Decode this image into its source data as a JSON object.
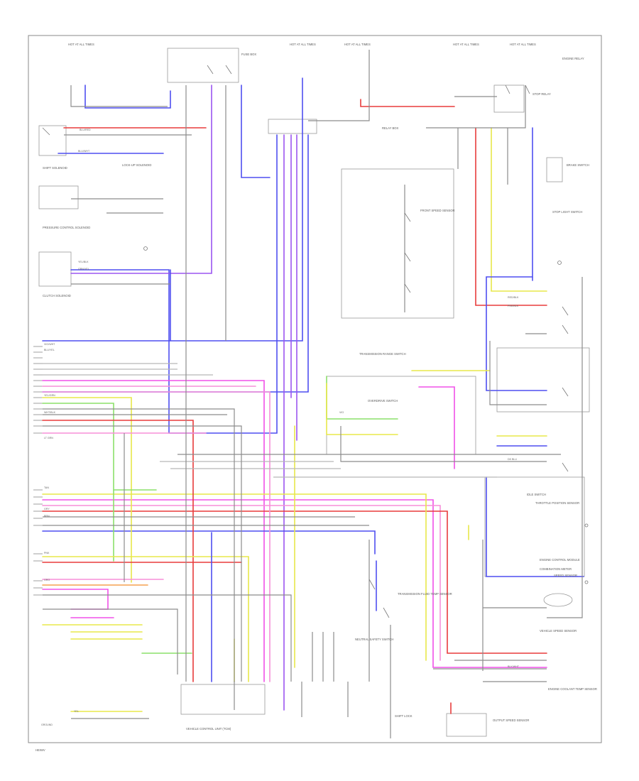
{
  "page": {
    "footer_left": "HEIWV",
    "ground_label": "GROUND"
  },
  "wire_colors": {
    "blue": "#4f4ff0",
    "violet": "#9b55f0",
    "magenta": "#f050e8",
    "pink": "#f78fd9",
    "red": "#e83c3c",
    "orange": "#f5a050",
    "yellow": "#e8e84a",
    "green": "#8ce06a",
    "gray": "#c6c6c6",
    "dark": "#7e7e7e"
  },
  "labels": {
    "top": [
      "HOT AT ALL TIMES",
      "HOT AT ALL TIMES",
      "HOT AT ALL TIMES",
      "HOT AT ALL TIMES",
      "HOT AT ALL TIMES",
      "FUSE BOX",
      "RELAY BOX",
      "ENGINE RELAY",
      "STOP RELAY"
    ],
    "left": [
      "SHIFT SOLENOID",
      "LOCK-UP SOLENOID",
      "PRESSURE CONTROL SOLENOID",
      "CLUTCH SOLENOID",
      "TRANSMISSION RANGE SWITCH"
    ],
    "center": [
      "FRONT SPEED SENSOR",
      "OVERDRIVE SWITCH",
      "TRANSMISSION FLUID TEMP SENSOR",
      "OUTPUT SPEED SENSOR"
    ],
    "right": [
      "BRAKE SWITCH",
      "STOP LIGHT SWITCH",
      "THROTTLE POSITION SENSOR",
      "ENGINE CONTROL MODULE",
      "COMBINATION METER",
      "SPEED SENSOR",
      "IDLE SWITCH",
      "VEHICLE SPEED SENSOR",
      "ENGINE COOLANT TEMP SENSOR"
    ],
    "bottom": [
      "VEHICLE CONTROL UNIT (TCM)",
      "NEUTRAL SAFETY SWITCH",
      "SHIFT LOCK"
    ],
    "wire_tags": [
      "BLU/RED",
      "BLU/WHT",
      "YEL/BLK",
      "GRN/YEL",
      "RED/BLK",
      "PNK/BLK",
      "VIO/WHT",
      "BLU/YEL",
      "YEL/GRN",
      "WHT/BLK",
      "GRY",
      "BRN",
      "ORG",
      "LT GRN",
      "DK BLU",
      "TAN",
      "PNK",
      "YEL",
      "VIO",
      "BLK/WHT"
    ]
  }
}
